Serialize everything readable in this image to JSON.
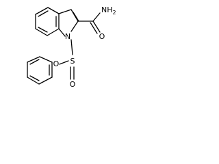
{
  "molecule": {
    "nitrogen_ring": "N",
    "amide_nitrogen": "NH",
    "amide_nitrogen_subscript": "2",
    "carbonyl_oxygen": "O",
    "sulfur": "S",
    "sulfonyl_oxygen_left": "O",
    "sulfonyl_oxygen_bottom": "O"
  }
}
